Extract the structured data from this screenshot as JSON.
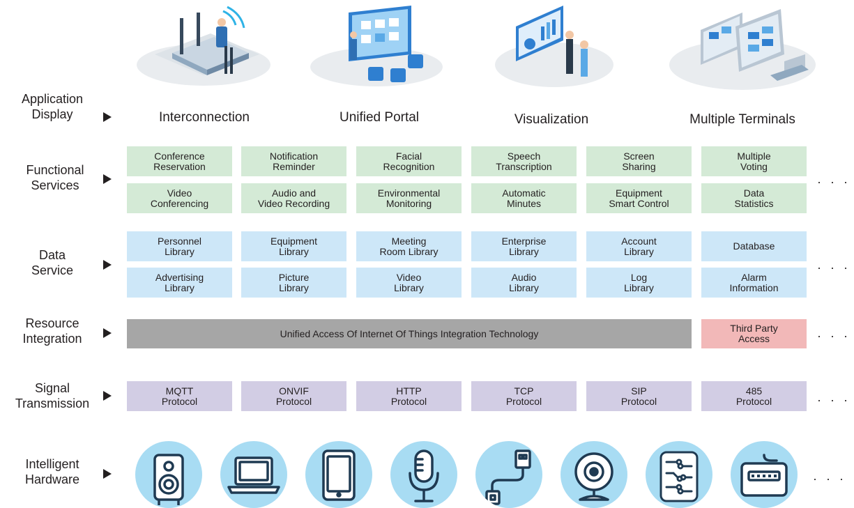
{
  "rows": {
    "application": "Application\nDisplay",
    "functional": "Functional\nServices",
    "data": "Data\nService",
    "resource": "Resource\nIntegration",
    "signal": "Signal\nTransmission",
    "hardware": "Intelligent\nHardware"
  },
  "applications": [
    "Interconnection",
    "Unified Portal",
    "Visualization",
    "Multiple Terminals"
  ],
  "functional_services": [
    "Conference\nReservation",
    "Notification\nReminder",
    "Facial\nRecognition",
    "Speech\nTranscription",
    "Screen\nSharing",
    "Multiple\nVoting",
    "Video\nConferencing",
    "Audio and\nVideo Recording",
    "Environmental\nMonitoring",
    "Automatic\nMinutes",
    "Equipment\nSmart Control",
    "Data\nStatistics"
  ],
  "data_services": [
    "Personnel\nLibrary",
    "Equipment\nLibrary",
    "Meeting\nRoom Library",
    "Enterprise\nLibrary",
    "Account\nLibrary",
    "Database",
    "Advertising\nLibrary",
    "Picture\nLibrary",
    "Video\nLibrary",
    "Audio\nLibrary",
    "Log\nLibrary",
    "Alarm\nInformation"
  ],
  "resource_integration": {
    "main": "Unified Access Of Internet Of Things Integration Technology",
    "third_party": "Third Party\nAccess"
  },
  "signal_transmission": [
    "MQTT\nProtocol",
    "ONVIF\nProtocol",
    "HTTP\nProtocol",
    "TCP\nProtocol",
    "SIP\nProtocol",
    "485\nProtocol"
  ],
  "hardware_icons": [
    "speaker-icon",
    "laptop-icon",
    "tablet-icon",
    "microphone-icon",
    "usb-cable-icon",
    "webcam-icon",
    "circuit-board-icon",
    "keyboard-icon"
  ],
  "ellipsis": "· · ·",
  "colors": {
    "functional": "#d4ead6",
    "data": "#cde7f8",
    "resource": "#a6a6a6",
    "third_party": "#f2b8b8",
    "signal": "#d2cde4",
    "hardware": "#a8dcf3",
    "icon_stroke": "#1f3a52"
  }
}
